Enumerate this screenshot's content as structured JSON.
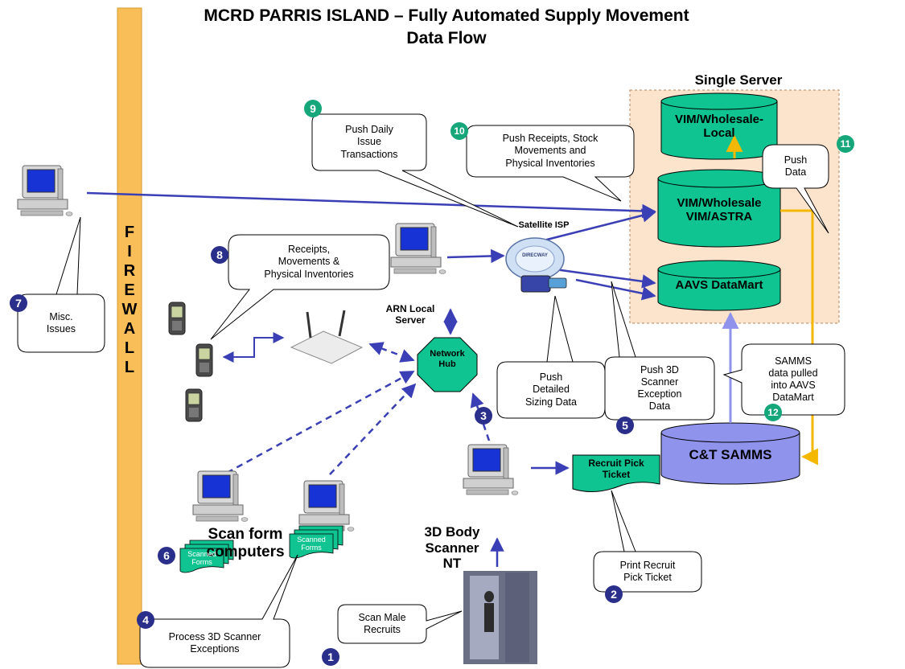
{
  "title": {
    "line1": "MCRD PARRIS ISLAND – Fully Automated Supply Movement",
    "line2": "Data Flow"
  },
  "firewall": {
    "letters": [
      "F",
      "I",
      "R",
      "E",
      "W",
      "A",
      "L",
      "L"
    ]
  },
  "single_server": {
    "label": "Single Server",
    "databases": [
      {
        "line1": "VIM/Wholesale-",
        "line2": "Local"
      },
      {
        "line1": "VIM/Wholesale",
        "line2": "VIM/ASTRA"
      },
      {
        "line1": "AAVS DataMart",
        "line2": ""
      }
    ]
  },
  "nodes": {
    "satellite": "Satellite ISP",
    "satellite_brand": "DIRECWAY",
    "arn_server_line1": "ARN Local",
    "arn_server_line2": "Server",
    "network_hub_line1": "Network",
    "network_hub_line2": "Hub",
    "samms": "C&T SAMMS",
    "pick_ticket_line1": "Recruit Pick",
    "pick_ticket_line2": "Ticket",
    "scanner_line1": "3D Body",
    "scanner_line2": "Scanner",
    "scanner_line3": "NT",
    "scan_form_line1": "Scan form",
    "scan_form_line2": "computers",
    "scanned_forms_a_line1": "Scanned",
    "scanned_forms_a_line2": "Forms",
    "scanned_forms_b_line1": "Scanned",
    "scanned_forms_b_line2": "Forms"
  },
  "steps": [
    {
      "num": "1",
      "lines": [
        "Scan Male",
        "Recruits"
      ]
    },
    {
      "num": "2",
      "lines": [
        "Print Recruit",
        "Pick Ticket"
      ]
    },
    {
      "num": "3",
      "lines": [
        "Push",
        "Detailed",
        "Sizing Data"
      ]
    },
    {
      "num": "4",
      "lines": [
        "Process 3D Scanner",
        "Exceptions"
      ]
    },
    {
      "num": "5",
      "lines": [
        "Push 3D",
        "Scanner",
        "Exception",
        "Data"
      ]
    },
    {
      "num": "6",
      "lines": []
    },
    {
      "num": "7",
      "lines": [
        "Misc.",
        "Issues"
      ]
    },
    {
      "num": "8",
      "lines": [
        "Receipts,",
        "Movements &",
        "Physical Inventories"
      ]
    },
    {
      "num": "9",
      "lines": [
        "Push Daily",
        "Issue",
        "Transactions"
      ]
    },
    {
      "num": "10",
      "lines": [
        "Push Receipts, Stock",
        "Movements and",
        "Physical Inventories"
      ]
    },
    {
      "num": "11",
      "lines": [
        "Push",
        "Data"
      ]
    },
    {
      "num": "12",
      "lines": [
        "SAMMS",
        "data pulled",
        "into AAVS",
        "DataMart"
      ]
    }
  ],
  "colors": {
    "flow_arrow": "#3a3fb5",
    "db_green": "#10c491",
    "firewall": "#f9be57",
    "server_box": "#fbe3cc",
    "samms_db": "#8f93ec",
    "push_line": "#f5b800",
    "num_blue": "#2b2f8c",
    "num_green": "#15a67a"
  }
}
